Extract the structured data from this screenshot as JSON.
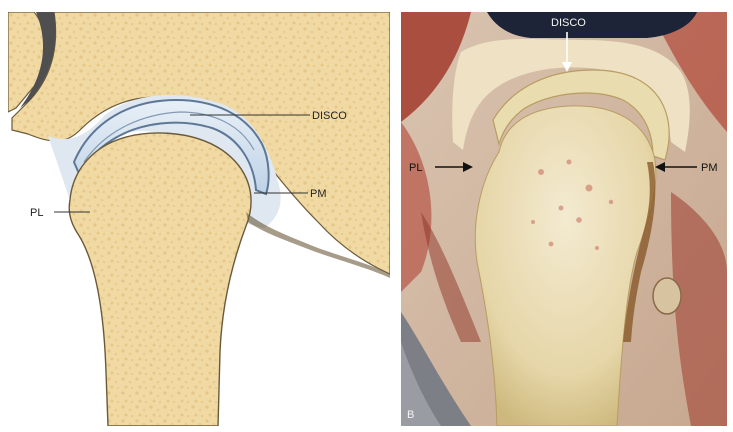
{
  "illustration": {
    "labels": {
      "disc": "DISCO",
      "lateral_pole": "PL",
      "medial_pole": "PM"
    }
  },
  "photo": {
    "panel_letter": "B",
    "labels": {
      "disc": "DISCO",
      "lateral_pole": "PL",
      "medial_pole": "PM"
    }
  }
}
